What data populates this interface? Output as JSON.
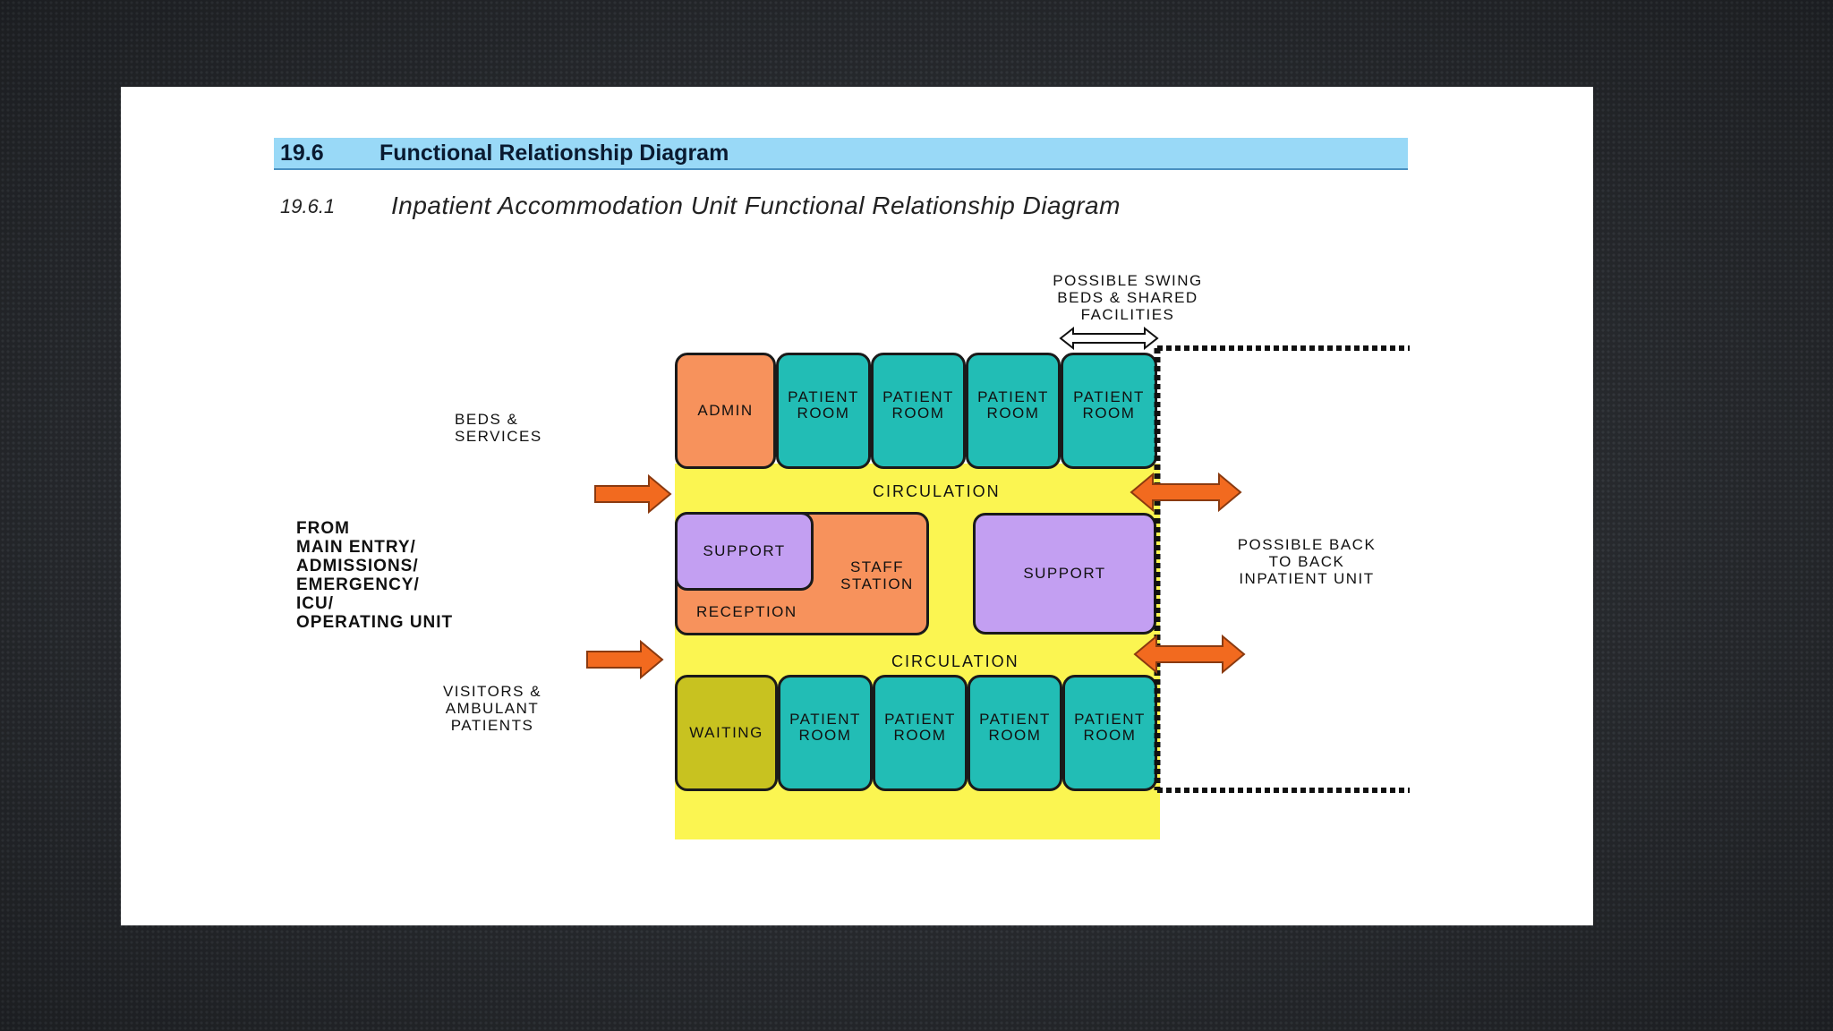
{
  "heading": {
    "number": "19.6",
    "title": "Functional Relationship Diagram"
  },
  "subheading": {
    "number": "19.6.1",
    "title": "Inpatient Accommodation Unit Functional Relationship Diagram"
  },
  "diagram": {
    "labels": {
      "swing": [
        "POSSIBLE SWING",
        "BEDS & SHARED",
        "FACILITIES"
      ],
      "beds_services": [
        "BEDS &",
        "SERVICES"
      ],
      "from": [
        "FROM",
        "MAIN ENTRY/",
        "ADMISSIONS/",
        "EMERGENCY/",
        "ICU/",
        "OPERATING UNIT"
      ],
      "visitors": [
        "VISITORS &",
        "AMBULANT",
        "PATIENTS"
      ],
      "back_to_back": [
        "POSSIBLE BACK",
        "TO BACK",
        "INPATIENT UNIT"
      ]
    },
    "top_row": {
      "admin": "ADMIN",
      "rooms": [
        [
          "PATIENT",
          "ROOM"
        ],
        [
          "PATIENT",
          "ROOM"
        ],
        [
          "PATIENT",
          "ROOM"
        ],
        [
          "PATIENT",
          "ROOM"
        ]
      ]
    },
    "circulation_top": "CIRCULATION",
    "middle": {
      "support_left": "SUPPORT",
      "staff_station": [
        "STAFF",
        "STATION"
      ],
      "reception": "RECEPTION",
      "support_right": "SUPPORT"
    },
    "circulation_bottom": "CIRCULATION",
    "bottom_row": {
      "waiting": "WAITING",
      "rooms": [
        [
          "PATIENT",
          "ROOM"
        ],
        [
          "PATIENT",
          "ROOM"
        ],
        [
          "PATIENT",
          "ROOM"
        ],
        [
          "PATIENT",
          "ROOM"
        ]
      ]
    },
    "colors": {
      "patient_room": "#22bdb5",
      "admin": "#f7925c",
      "support": "#c39ff2",
      "waiting": "#c8c220",
      "circulation": "#fbf551",
      "arrow": "#f26a1f",
      "heading_bar": "#99d9f7"
    }
  }
}
